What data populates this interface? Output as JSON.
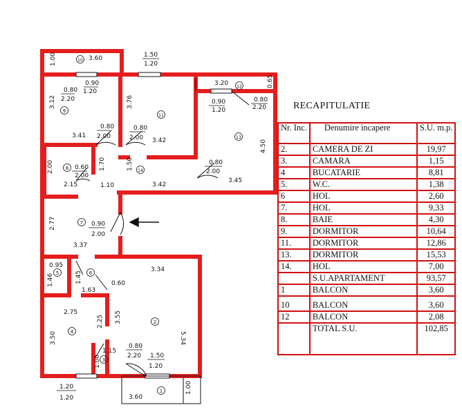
{
  "colors": {
    "wall": "#e41e1e",
    "ink": "#111111",
    "table_border": "#d01010"
  },
  "plan": {
    "rooms": {
      "r1": "1",
      "r2": "2",
      "r4": "4",
      "r5": "5",
      "r6": "6",
      "r7": "7",
      "r8": "8",
      "r9": "9",
      "r10": "10",
      "r11": "11",
      "r12": "12",
      "r13": "13",
      "r14": "14"
    },
    "dims": {
      "d10_w": "3.60",
      "d10_h": "1.00",
      "win_top": "1.50",
      "win_top2": "1.20",
      "r9_win1": "0.90",
      "r9_win2": "1.20",
      "r9_door1": "0.80",
      "r9_door2": "2.20",
      "r9_h": "3.12",
      "r9_w": "3.41",
      "r9_dr1": "0.80",
      "r9_dr2": "2.00",
      "r11_h": "3.76",
      "r11_dr1": "0.80",
      "r11_dr2": "2.00",
      "r11_w": "3.42",
      "r12_w": "3.20",
      "r12_h": "0.65",
      "r13_win1": "0.90",
      "r13_win2": "1.20",
      "r13_door1": "0.80",
      "r13_door2": "2.20",
      "r13_h": "4.50",
      "r13_dr1": "0.80",
      "r13_dr2": "2.00",
      "r13_w": "3.45",
      "r8_h": "2.00",
      "r8_dr1": "0.60",
      "r8_dr2": "2.00",
      "r8_w": "2.15",
      "hall_170": "1.70",
      "hall_110": "1.10",
      "r14_h": "1.50",
      "r14_w": "3.42",
      "r7_h": "2.77",
      "r7_dr1": "0.90",
      "r7_dr2": "2.00",
      "r7_w": "3.37",
      "r5_w": "0.95",
      "r5_h": "1.46",
      "r6_h": "1.45",
      "r6_w": "1.63",
      "r6_dr": "0.60",
      "r4_w": "2.75",
      "r4_h": "3.50",
      "r4_side": "2.25",
      "r2_w": "3.34",
      "r2_h1": "3.55",
      "r2_h2": "5.34",
      "r2_door1": "0.80",
      "r2_door2": "2.20",
      "r2_win1": "1.50",
      "r2_win2": "1.20",
      "r3_w": "1.15",
      "r3_h": "1.00",
      "bot_win1": "1.20",
      "bot_win2": "1.20",
      "r1_w": "3.60",
      "r1_h": "1.00"
    }
  },
  "recap": {
    "title": "RECAPITULATIE",
    "header": {
      "nr": "Nr. Inc.",
      "name": "Denumire incapere",
      "su": "S.U. m.p."
    },
    "rows": [
      {
        "nr": "2.",
        "name": "CAMERA DE ZI",
        "su": "19,97"
      },
      {
        "nr": "3.",
        "name": "CAMARA",
        "su": "1,15"
      },
      {
        "nr": "4",
        "name": "BUCATARIE",
        "su": "8,81"
      },
      {
        "nr": "5.",
        "name": "W.C.",
        "su": "1,38"
      },
      {
        "nr": "6",
        "name": "HOL",
        "su": "2,60"
      },
      {
        "nr": "7.",
        "name": "HOL",
        "su": "9,33"
      },
      {
        "nr": "8.",
        "name": "BAIE",
        "su": "4,30"
      },
      {
        "nr": "9.",
        "name": "DORMITOR",
        "su": "10,64"
      },
      {
        "nr": "11.",
        "name": "DORMITOR",
        "su": "12,86"
      },
      {
        "nr": "13.",
        "name": "DORMITOR",
        "su": "15,53"
      },
      {
        "nr": "14.",
        "name": "HOL",
        "su": "7,00"
      },
      {
        "nr": "",
        "name": "S.U.APARTAMENT",
        "su": "93,57"
      },
      {
        "nr": "1",
        "name": "BALCON",
        "su": "3,60"
      }
    ],
    "rows2": [
      {
        "nr": "10",
        "name": "BALCON",
        "su": "3,60"
      },
      {
        "nr": "12",
        "name": "BALCON",
        "su": "2,08"
      }
    ],
    "total": {
      "nr": "",
      "name": "TOTAL S.U.",
      "su": "102,85"
    }
  }
}
